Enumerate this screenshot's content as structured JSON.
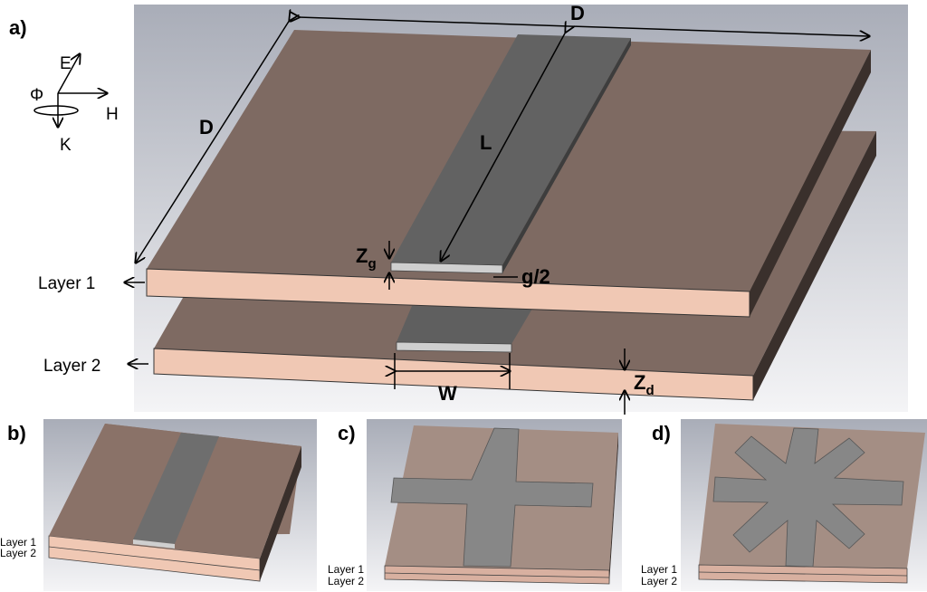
{
  "panels": {
    "a": {
      "label": "a)",
      "dim_D_top": "D",
      "dim_D_left": "D",
      "dim_L": "L",
      "dim_Zg": "Z",
      "dim_Zg_sub": "g",
      "dim_g2": "g/2",
      "dim_W": "W",
      "dim_Zd": "Z",
      "dim_Zd_sub": "d",
      "layer1": "Layer 1",
      "layer2": "Layer 2",
      "axes": {
        "E": "E",
        "H": "H",
        "K": "K",
        "phi": "Φ"
      }
    },
    "b": {
      "label": "b)",
      "layer1": "Layer 1",
      "layer2": "Layer 2"
    },
    "c": {
      "label": "c)",
      "layer1": "Layer 1",
      "layer2": "Layer 2"
    },
    "d": {
      "label": "d)",
      "layer1": "Layer 1",
      "layer2": "Layer 2"
    }
  },
  "colors": {
    "substrate_top": "#8a7268",
    "substrate_side": "#f0c8b4",
    "metal": "#6e6e6e",
    "background_top": "#a9adb8"
  }
}
